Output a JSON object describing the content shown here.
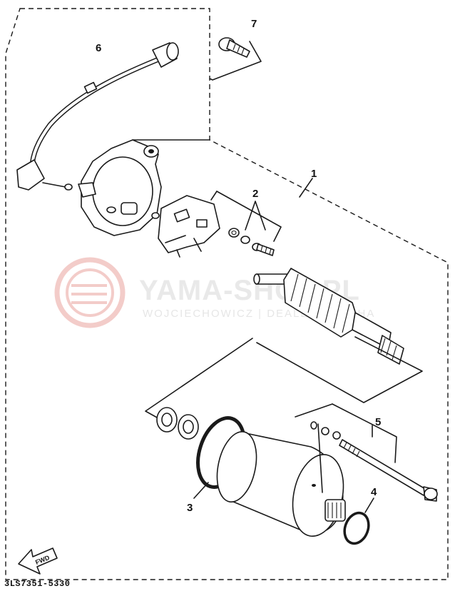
{
  "diagram": {
    "callouts": [
      "1",
      "2",
      "3",
      "4",
      "5",
      "6",
      "7"
    ],
    "part_code": "3LS7351-5330",
    "fwd_label": "FWD"
  },
  "watermark": {
    "brand": "YAMA-SHOP.PL",
    "subtitle": "WOJCIECHOWICZ | DEALER YAMAHA",
    "color": "#d9534f"
  }
}
